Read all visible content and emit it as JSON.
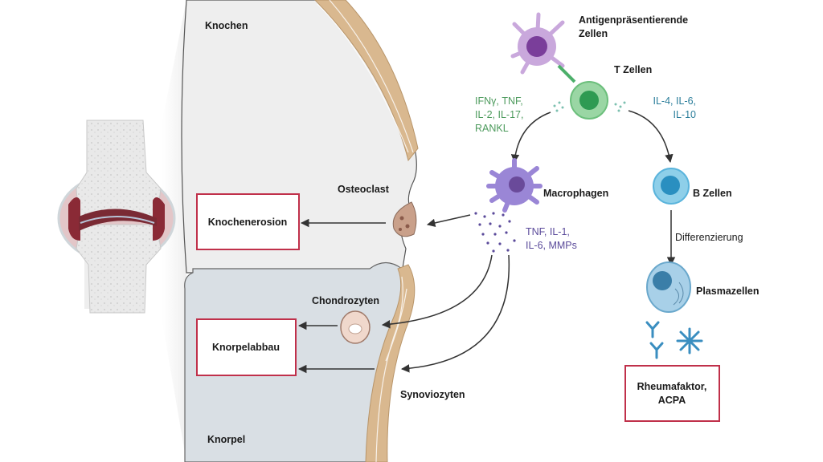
{
  "labels": {
    "bone": "Knochen",
    "osteoclast": "Osteoclast",
    "chondrocytes": "Chondrozyten",
    "synoviocytes": "Synoviozyten",
    "cartilage": "Knorpel",
    "apc_line1": "Antigenpräsentierende",
    "apc_line2": "Zellen",
    "t_cells": "T Zellen",
    "macrophages": "Macrophagen",
    "b_cells": "B Zellen",
    "differentiation": "Differenzierung",
    "plasma_cells": "Plasmazellen"
  },
  "cytokines": {
    "t_to_macro": [
      "IFNγ, TNF,",
      "IL-2, IL-17,",
      "RANKL"
    ],
    "t_to_b": [
      "IL-4, IL-6,",
      "IL-10"
    ],
    "macro": [
      "TNF, IL-1,",
      "IL-6, MMPs"
    ]
  },
  "outcomes": {
    "bone_erosion": "Knochenerosion",
    "cartilage_loss": "Knorpelabbau",
    "antibodies_line1": "Rheumafaktor,",
    "antibodies_line2": "ACPA"
  },
  "colors": {
    "box_border": "#c0304a",
    "t_cell": "#7cc98a",
    "b_cell": "#5ab4dc",
    "macrophage": "#9a86d6",
    "synovium": "#d9b88f"
  }
}
